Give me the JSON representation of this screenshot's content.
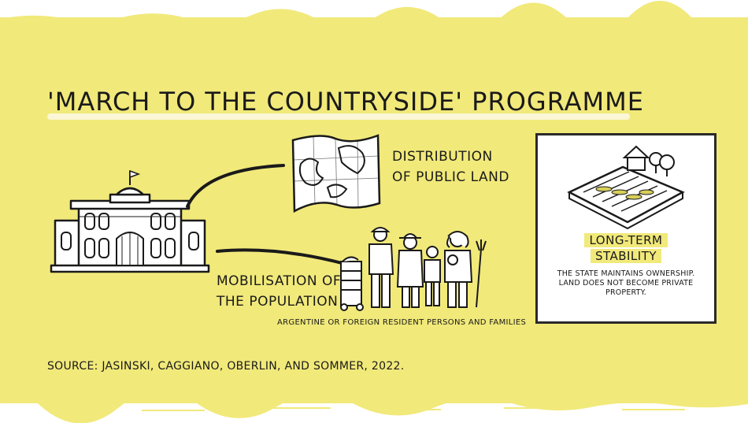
{
  "title": "'MARCH TO THE COUNTRYSIDE' PROGRAMME",
  "land": {
    "line1": "DISTRIBUTION",
    "line2": "OF PUBLIC LAND"
  },
  "population": {
    "line1": "MOBILISATION OF",
    "line2": "THE POPULATION"
  },
  "persons_caption": "ARGENTINE OR FOREIGN RESIDENT PERSONS AND FAMILIES",
  "stability": {
    "title_line1": "LONG-TERM",
    "title_line2": "STABILITY",
    "text_line1": "THE STATE MAINTAINS OWNERSHIP.",
    "text_line2": "LAND DOES NOT BECOME PRIVATE",
    "text_line3": "PROPERTY."
  },
  "source": "SOURCE: JASINSKI, CAGGIANO, OBERLIN, AND SOMMER, 2022.",
  "colors": {
    "background": "#f1e97a",
    "ink": "#1a1a1a",
    "panel": "#ffffff"
  },
  "icons": [
    "government-building-icon",
    "land-map-icon",
    "people-group-icon",
    "farm-plot-icon"
  ]
}
